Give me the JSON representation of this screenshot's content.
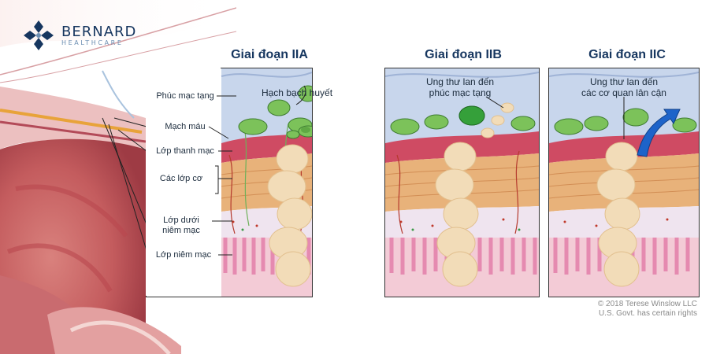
{
  "brand": {
    "name": "BERNARD",
    "subtitle": "HEALTHCARE"
  },
  "stages": [
    {
      "title": "Giai đoạn IIA",
      "annotation": "Hạch bạch huyết"
    },
    {
      "title": "Giai đoạn IIB",
      "annotation_line1": "Ung thư lan đến",
      "annotation_line2": "phúc mạc tạng"
    },
    {
      "title": "Giai đoạn IIC",
      "annotation_line1": "Ung thư lan đến",
      "annotation_line2": "các cơ quan lân cận"
    }
  ],
  "layer_labels": {
    "visceral_peritoneum": "Phúc mạc tạng",
    "blood_vessels": "Mạch máu",
    "serosa": "Lớp thanh mạc",
    "muscle_layers": "Các lớp cơ",
    "submucosa_line1": "Lớp dưới",
    "submucosa_line2": "niêm mạc",
    "mucosa": "Lớp niêm mạc"
  },
  "copyright": {
    "line1": "© 2018 Terese Winslow LLC",
    "line2": "U.S. Govt. has certain rights"
  },
  "colors": {
    "title_navy": "#16365f",
    "tumor": "#f2dcb8",
    "lymph_node": "#7cc25a",
    "muscle": "#e8b27a",
    "mucosa": "#e58ab0",
    "arrow_blue": "#1d63c9"
  }
}
